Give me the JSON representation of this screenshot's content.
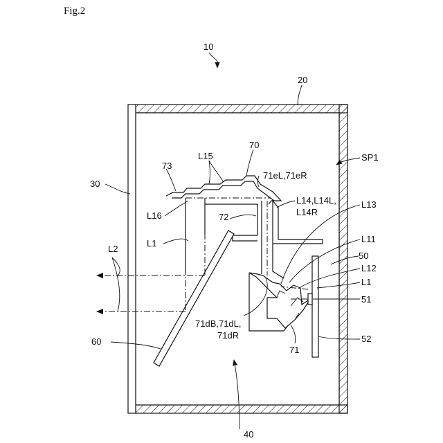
{
  "figure_title": "Fig.2",
  "colors": {
    "ink": "#111111",
    "background": "#ffffff"
  },
  "labels": {
    "device": "10",
    "housing": "20",
    "side_wall": "30",
    "interior": "40",
    "space": "SP1",
    "light_unit": "50",
    "light_source": "51",
    "board": "52",
    "mirror": "60",
    "optical_member": "70",
    "holder_part_72": "72",
    "holder_part_73": "73",
    "lens_71": "71",
    "exit_faces": "71eL,71eR",
    "lower_faces_line1": "71dB,71dL,",
    "lower_faces_line2": "71dR",
    "ray_L1_left": "L1",
    "ray_L1_right": "L1",
    "ray_L2": "L2",
    "ray_L11": "L11",
    "ray_L12": "L12",
    "ray_L13": "L13",
    "ray_L14_line1": "L14,L14L,",
    "ray_L14_line2": "L14R",
    "ray_L15": "L15",
    "ray_L16": "L16"
  }
}
